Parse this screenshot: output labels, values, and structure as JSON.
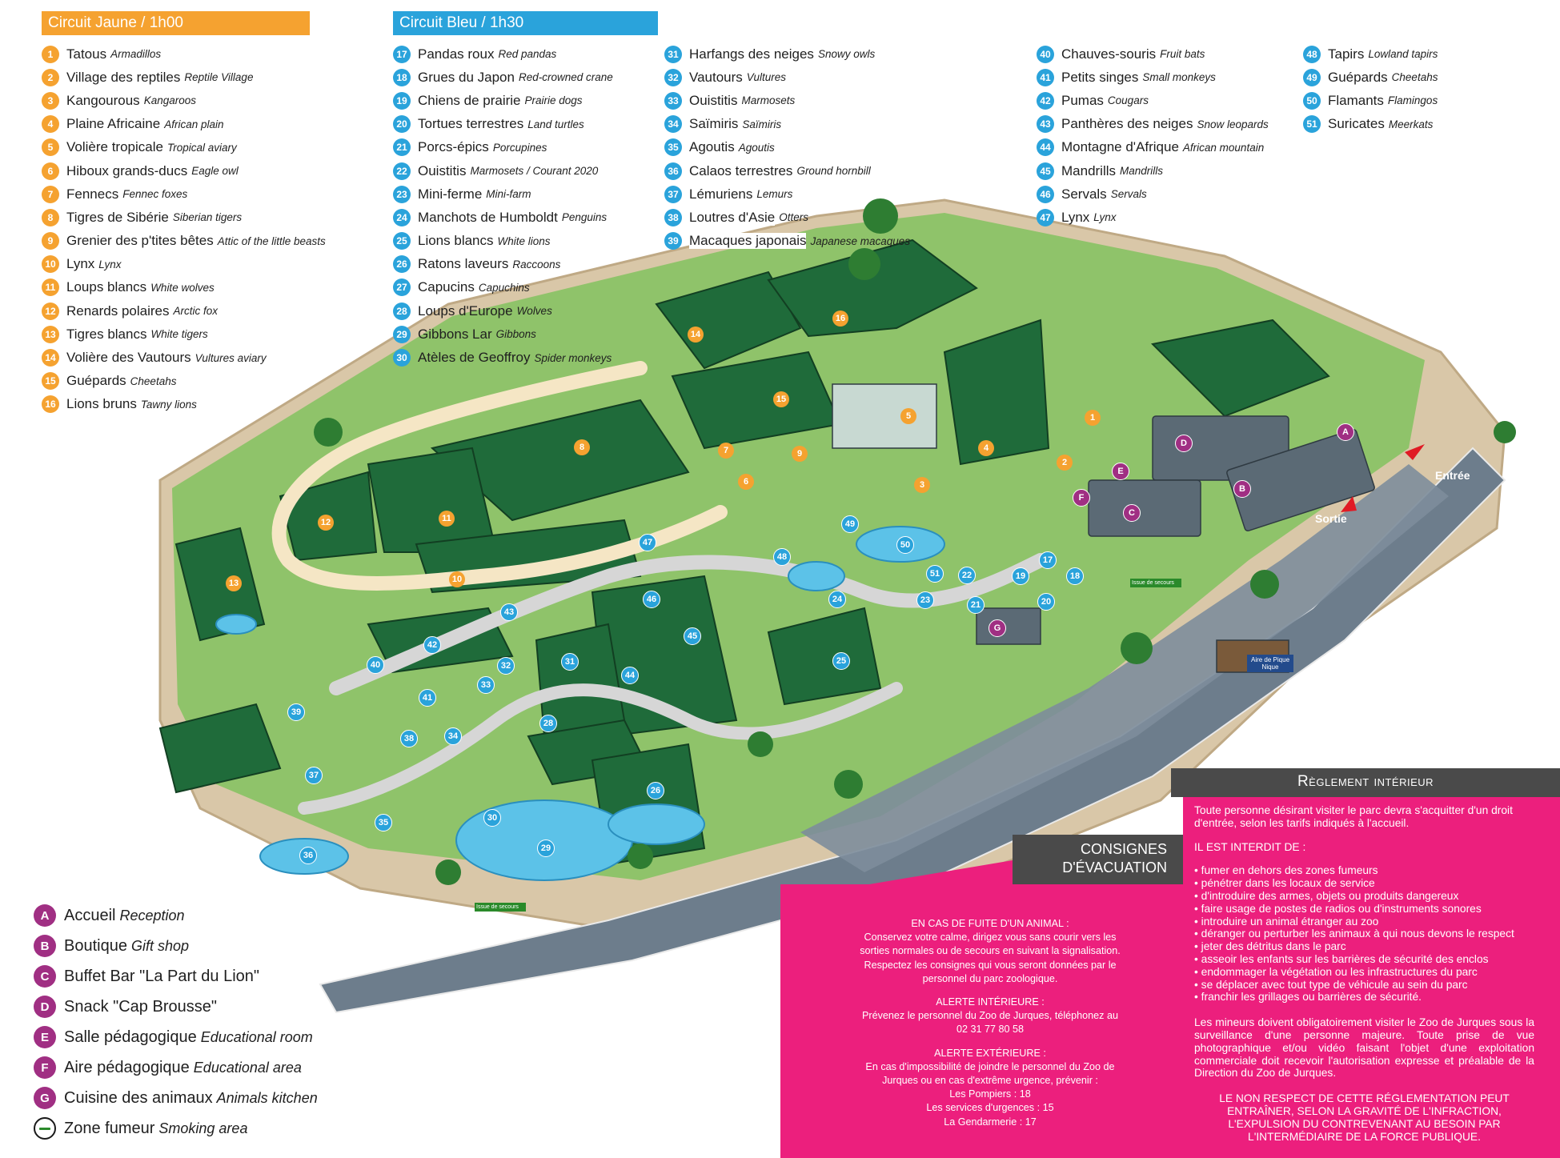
{
  "circuit_jaune": {
    "title": "Circuit Jaune / 1h00",
    "items": [
      {
        "n": "1",
        "fr": "Tatous",
        "en": "Armadillos"
      },
      {
        "n": "2",
        "fr": "Village des reptiles",
        "en": "Reptile Village"
      },
      {
        "n": "3",
        "fr": "Kangourous",
        "en": "Kangaroos"
      },
      {
        "n": "4",
        "fr": "Plaine Africaine",
        "en": "African plain"
      },
      {
        "n": "5",
        "fr": "Volière tropicale",
        "en": "Tropical aviary"
      },
      {
        "n": "6",
        "fr": "Hiboux grands-ducs",
        "en": "Eagle owl"
      },
      {
        "n": "7",
        "fr": "Fennecs",
        "en": "Fennec foxes"
      },
      {
        "n": "8",
        "fr": "Tigres de Sibérie",
        "en": "Siberian tigers"
      },
      {
        "n": "9",
        "fr": "Grenier des p'tites bêtes",
        "en": "Attic of the little beasts"
      },
      {
        "n": "10",
        "fr": "Lynx",
        "en": "Lynx"
      },
      {
        "n": "11",
        "fr": "Loups blancs",
        "en": "White wolves"
      },
      {
        "n": "12",
        "fr": "Renards polaires",
        "en": "Arctic fox"
      },
      {
        "n": "13",
        "fr": "Tigres blancs",
        "en": "White tigers"
      },
      {
        "n": "14",
        "fr": "Volière des Vautours",
        "en": "Vultures aviary"
      },
      {
        "n": "15",
        "fr": "Guépards",
        "en": "Cheetahs"
      },
      {
        "n": "16",
        "fr": "Lions bruns",
        "en": "Tawny lions"
      }
    ]
  },
  "circuit_bleu": {
    "title": "Circuit Bleu / 1h30",
    "col1": [
      {
        "n": "17",
        "fr": "Pandas roux",
        "en": "Red pandas"
      },
      {
        "n": "18",
        "fr": "Grues du Japon",
        "en": "Red-crowned crane"
      },
      {
        "n": "19",
        "fr": "Chiens de prairie",
        "en": "Prairie dogs"
      },
      {
        "n": "20",
        "fr": "Tortues terrestres",
        "en": "Land turtles"
      },
      {
        "n": "21",
        "fr": "Porcs-épics",
        "en": "Porcupines"
      },
      {
        "n": "22",
        "fr": "Ouistitis",
        "en": "Marmosets / Courant 2020"
      },
      {
        "n": "23",
        "fr": "Mini-ferme",
        "en": "Mini-farm"
      },
      {
        "n": "24",
        "fr": "Manchots de Humboldt",
        "en": "Penguins"
      },
      {
        "n": "25",
        "fr": "Lions blancs",
        "en": "White lions"
      },
      {
        "n": "26",
        "fr": "Ratons laveurs",
        "en": "Raccoons"
      },
      {
        "n": "27",
        "fr": "Capucins",
        "en": "Capuchins"
      },
      {
        "n": "28",
        "fr": "Loups d'Europe",
        "en": "Wolves"
      },
      {
        "n": "29",
        "fr": "Gibbons Lar",
        "en": "Gibbons"
      },
      {
        "n": "30",
        "fr": "Atèles de Geoffroy",
        "en": "Spider monkeys"
      }
    ],
    "col2": [
      {
        "n": "31",
        "fr": "Harfangs des neiges",
        "en": "Snowy owls"
      },
      {
        "n": "32",
        "fr": "Vautours",
        "en": "Vultures"
      },
      {
        "n": "33",
        "fr": "Ouistitis",
        "en": "Marmosets"
      },
      {
        "n": "34",
        "fr": "Saïmiris",
        "en": "Saïmiris"
      },
      {
        "n": "35",
        "fr": "Agoutis",
        "en": "Agoutis"
      },
      {
        "n": "36",
        "fr": "Calaos terrestres",
        "en": "Ground hornbill"
      },
      {
        "n": "37",
        "fr": "Lémuriens",
        "en": "Lemurs"
      },
      {
        "n": "38",
        "fr": "Loutres d'Asie",
        "en": "Otters"
      },
      {
        "n": "39",
        "fr": "Macaques japonais",
        "en": "Japanese macaques"
      }
    ],
    "col3": [
      {
        "n": "40",
        "fr": "Chauves-souris",
        "en": "Fruit bats"
      },
      {
        "n": "41",
        "fr": "Petits singes",
        "en": "Small monkeys"
      },
      {
        "n": "42",
        "fr": "Pumas",
        "en": "Cougars"
      },
      {
        "n": "43",
        "fr": "Panthères des neiges",
        "en": "Snow leopards"
      },
      {
        "n": "44",
        "fr": "Montagne d'Afrique",
        "en": "African mountain"
      },
      {
        "n": "45",
        "fr": "Mandrills",
        "en": "Mandrills"
      },
      {
        "n": "46",
        "fr": "Servals",
        "en": "Servals"
      },
      {
        "n": "47",
        "fr": "Lynx",
        "en": "Lynx"
      }
    ],
    "col4": [
      {
        "n": "48",
        "fr": "Tapirs",
        "en": "Lowland tapirs"
      },
      {
        "n": "49",
        "fr": "Guépards",
        "en": "Cheetahs"
      },
      {
        "n": "50",
        "fr": "Flamants",
        "en": "Flamingos"
      },
      {
        "n": "51",
        "fr": "Suricates",
        "en": "Meerkats"
      }
    ]
  },
  "facilities": [
    {
      "n": "A",
      "fr": "Accueil",
      "en": "Reception"
    },
    {
      "n": "B",
      "fr": "Boutique",
      "en": "Gift shop"
    },
    {
      "n": "C",
      "fr": "Buffet Bar \"La Part du Lion\"",
      "en": ""
    },
    {
      "n": "D",
      "fr": "Snack \"Cap Brousse\"",
      "en": ""
    },
    {
      "n": "E",
      "fr": "Salle pédagogique",
      "en": "Educational room"
    },
    {
      "n": "F",
      "fr": "Aire pédagogique",
      "en": "Educational area"
    },
    {
      "n": "G",
      "fr": "Cuisine des animaux",
      "en": "Animals kitchen"
    },
    {
      "n": "",
      "fr": "Zone fumeur",
      "en": "Smoking area"
    }
  ],
  "map_labels": {
    "entree": "Entrée",
    "sortie": "Sortie",
    "issue_secours": "Issue de secours",
    "aire_pique_nique": "Aire de Pique Nique"
  },
  "reglement": {
    "title": "Règlement intérieur",
    "intro": "Toute personne désirant visiter le parc devra s'acquitter d'un droit d'entrée, selon les tarifs indiqués à l'accueil.",
    "interdit_title": "IL EST INTERDIT DE :",
    "interdits": [
      "fumer en dehors des zones fumeurs",
      "pénétrer dans les locaux de service",
      "d'introduire des armes, objets ou produits dangereux",
      "faire usage de postes de radios ou d'instruments sonores",
      "introduire un animal étranger au zoo",
      "déranger ou perturber les animaux à qui nous devons le respect",
      "jeter des détritus dans le parc",
      "asseoir les enfants sur les barrières de sécurité des enclos",
      "endommager la végétation ou les infrastructures du parc",
      "se déplacer avec tout type de véhicule au sein du parc",
      "franchir les grillages ou barrières de sécurité."
    ],
    "mineurs": "Les mineurs doivent obligatoirement visiter le Zoo de Jurques sous la surveillance d'une personne majeure. Toute prise de vue photographique et/ou vidéo faisant l'objet d'une exploitation commerciale doit recevoir l'autorisation expresse et préalable de la Direction du Zoo de Jurques.",
    "non_respect": "LE NON RESPECT DE CETTE RÉGLEMENTATION PEUT ENTRAÎNER, SELON LA GRAVITÉ DE L'INFRACTION, L'EXPULSION DU CONTREVENANT AU BESOIN PAR L'INTERMÉDIAIRE DE LA FORCE PUBLIQUE."
  },
  "evacuation": {
    "title_line1": "CONSIGNES",
    "title_line2": "D'ÉVACUATION",
    "fuite_title": "EN CAS DE FUITE D'UN ANIMAL :",
    "fuite_text": "Conservez votre calme, dirigez vous sans courir vers les sorties normales ou de secours en suivant la signalisation. Respectez les consignes qui vous seront données par le personnel du parc zoologique.",
    "interieure_title": "ALERTE INTÉRIEURE :",
    "interieure_text": "Prévenez le personnel du Zoo de Jurques, téléphonez au 02 31 77 80 58",
    "exterieure_title": "ALERTE EXTÉRIEURE :",
    "exterieure_text": "En cas d'impossibilité de joindre le personnel du Zoo de Jurques ou en cas d'extrême urgence, prévenir :",
    "contacts": [
      "Les Pompiers : 18",
      "Les services d'urgences : 15",
      "La Gendarmerie : 17"
    ]
  },
  "colors": {
    "yellow_circuit": "#f5a230",
    "blue_circuit": "#2aa3db",
    "facility": "#a02f83",
    "pink_panel": "#ec1f7d",
    "grey_panel": "#4a4a4a",
    "enclosure_green": "#1f6b3a",
    "lawn_green": "#8fc36a",
    "road": "#6d7d8c"
  }
}
